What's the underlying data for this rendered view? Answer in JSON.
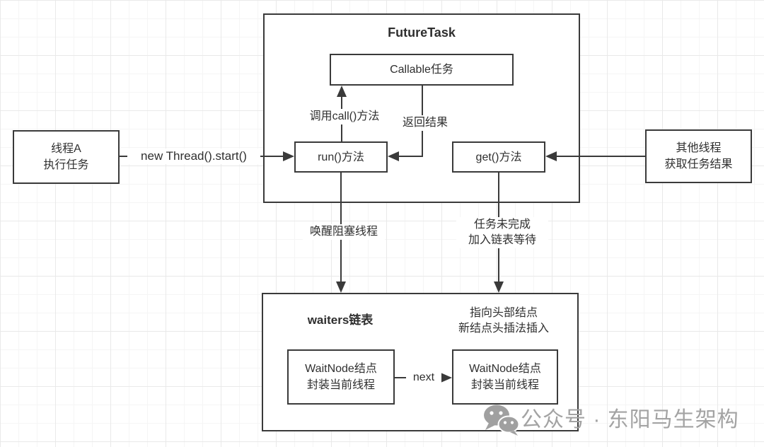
{
  "future_task": {
    "title": "FutureTask",
    "callable_box": "Callable任务",
    "run_box": "run()方法",
    "get_box": "get()方法"
  },
  "thread_a_box": {
    "line1": "线程A",
    "line2": "执行任务"
  },
  "other_thread_box": {
    "line1": "其他线程",
    "line2": "获取任务结果"
  },
  "waiters": {
    "title": "waiters链表",
    "note_line1": "指向头部结点",
    "note_line2": "新结点头插法插入",
    "nodes": [
      {
        "line1": "WaitNode结点",
        "line2": "封装当前线程"
      },
      {
        "line1": "WaitNode结点",
        "line2": "封装当前线程"
      }
    ]
  },
  "edges": {
    "new_thread_label": "new Thread().start()",
    "call_label": "调用call()方法",
    "return_label": "返回结果",
    "wake_label": "唤醒阻塞线程",
    "pending_line1": "任务未完成",
    "pending_line2": "加入链表等待",
    "next_label": "next"
  },
  "watermark": {
    "icon": "wechat-icon",
    "text": "公众号 · 东阳马生架构",
    "color": "#a3a3a3"
  },
  "colors": {
    "line": "#3a3a3a",
    "box_fill": "#ffffff",
    "grid_minor": "#f5f5f5",
    "grid_major": "#e9e9e9"
  }
}
